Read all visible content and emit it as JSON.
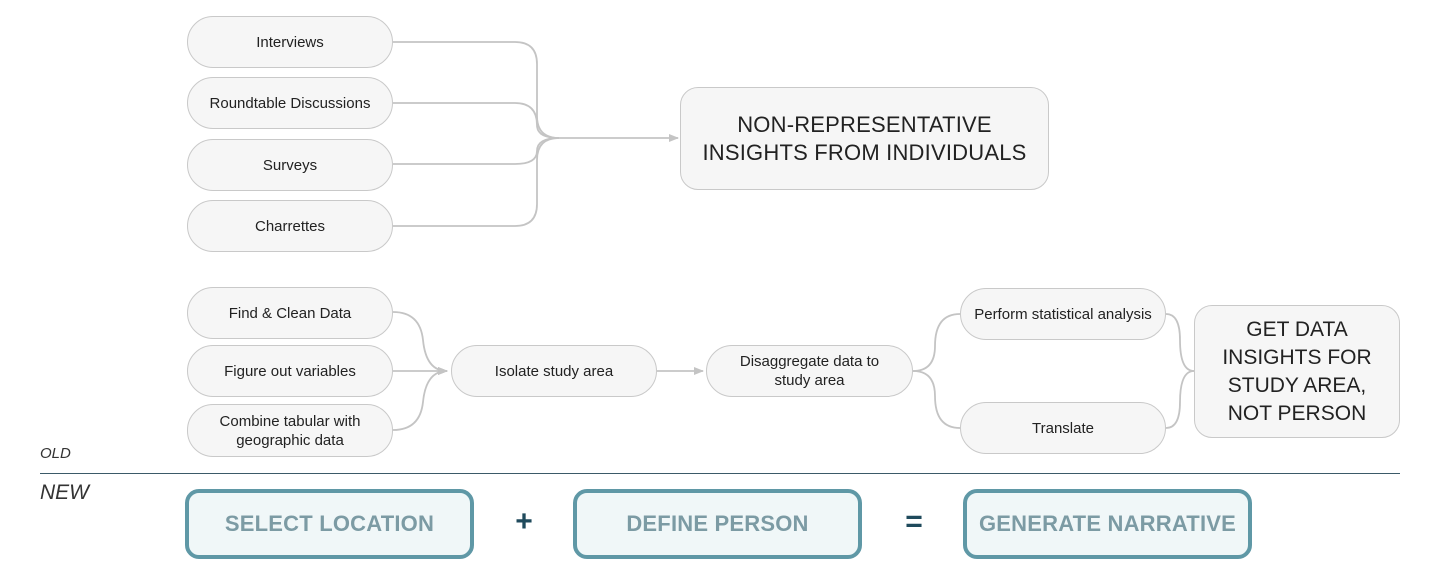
{
  "old": {
    "section_label": "OLD",
    "row1": {
      "inputs": [
        "Interviews",
        "Roundtable Discussions",
        "Surveys",
        "Charrettes"
      ],
      "outcome": [
        "NON-REPRESENTATIVE",
        "INSIGHTS FROM INDIVIDUALS"
      ]
    },
    "row2": {
      "inputs": [
        "Find & Clean Data",
        "Figure out variables",
        "Combine tabular with geographic data"
      ],
      "step_isolate": "Isolate study area",
      "step_disaggregate": "Disaggregate data to study area",
      "branches": [
        "Perform statistical analysis",
        "Translate"
      ],
      "outcome": [
        "GET DATA",
        "INSIGHTS FOR",
        "STUDY AREA,",
        "NOT PERSON"
      ]
    }
  },
  "new": {
    "section_label": "NEW",
    "steps": [
      "SELECT LOCATION",
      "DEFINE PERSON",
      "GENERATE NARRATIVE"
    ],
    "operators": [
      "+",
      "="
    ]
  },
  "colors": {
    "connector": "#c4c4c4",
    "box_border": "#c9c9c9",
    "box_fill": "#f6f6f6",
    "new_border": "#5f98a6",
    "new_text": "#7c9ba4",
    "divider": "#3b5a68"
  }
}
